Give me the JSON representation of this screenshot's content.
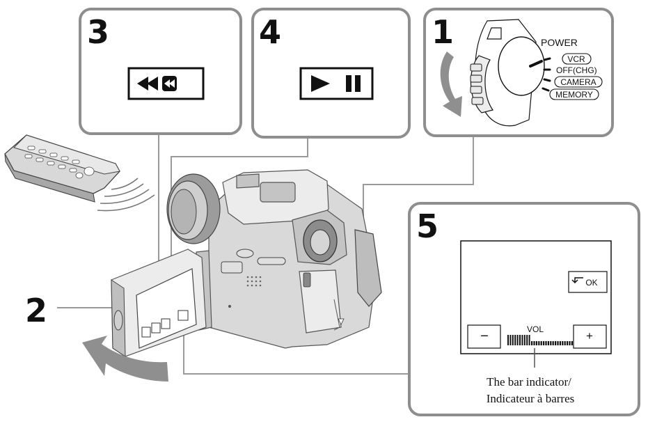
{
  "steps": {
    "step1": "1",
    "step2": "2",
    "step3": "3",
    "step4": "4",
    "step5": "5"
  },
  "power_switch": {
    "title": "POWER",
    "positions": [
      "VCR",
      "OFF(CHG)",
      "CAMERA",
      "MEMORY"
    ]
  },
  "buttons": {
    "rewind_icon": "rewind-icon",
    "play_pause_icon": "play-pause-icon"
  },
  "volume_screen": {
    "ok_label": "OK",
    "minus_label": "−",
    "plus_label": "+",
    "vol_label": "VOL",
    "level_fraction": 0.36
  },
  "caption": {
    "line1": "The bar indicator/",
    "line2": "Indicateur à barres"
  },
  "colors": {
    "panel_border": "#8e8e8e",
    "leader_line": "#9a9a9a",
    "arrow_gray": "#8f8f8f"
  }
}
